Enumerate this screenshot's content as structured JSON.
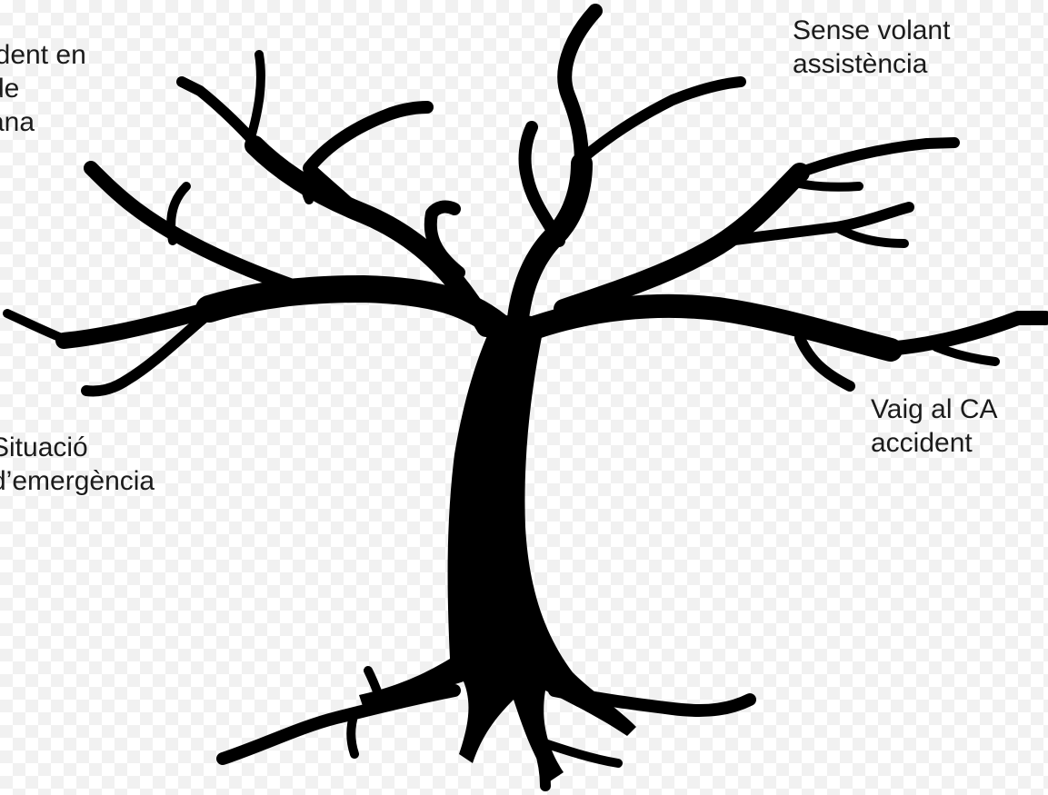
{
  "diagram": {
    "labels": {
      "top_left": "ident en\nde\nana",
      "top_right": "Sense volant\nassistència",
      "middle_left": "Situació\nd’emergència",
      "middle_right": "Vaig al CA\naccident"
    },
    "colors": {
      "tree": "#000000",
      "text": "#1b1b1b"
    }
  }
}
